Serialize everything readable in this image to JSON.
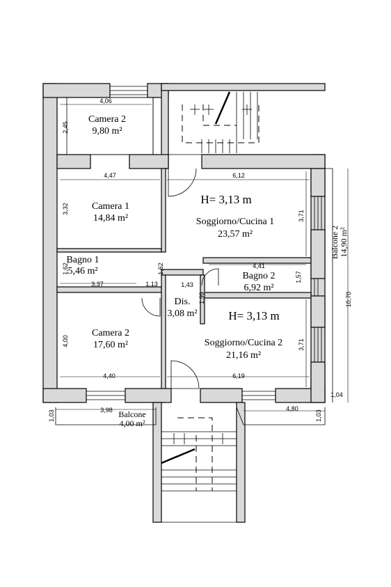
{
  "rooms": {
    "camera2_top": {
      "name": "Camera 2",
      "area": "9,80 m²"
    },
    "camera1": {
      "name": "Camera 1",
      "area": "14,84 m²"
    },
    "bagno1": {
      "name": "Bagno 1",
      "area": "5,46 m²"
    },
    "soggiorno1": {
      "name": "Soggiorno/Cucina 1",
      "area": "23,57 m²",
      "height": "H= 3,13 m"
    },
    "bagno2": {
      "name": "Bagno 2",
      "area": "6,92 m²"
    },
    "dis": {
      "name": "Dis.",
      "area": "3,08 m²"
    },
    "camera2_bottom": {
      "name": "Camera 2",
      "area": "17,60 m²"
    },
    "soggiorno2": {
      "name": "Soggiorno/Cucina 2",
      "area": "21,16 m²",
      "height": "H= 3,13 m"
    }
  },
  "balconies": {
    "balcone": {
      "name": "Balcone",
      "area": "4,00 m²"
    },
    "balcone2": {
      "name": "Balcone 2",
      "area": "14,90 m²"
    }
  },
  "dimensions": {
    "d406": "4,06",
    "d245": "2,45",
    "d447": "4,47",
    "d612": "6,12",
    "d332": "3,32",
    "d371a": "3,71",
    "d162a": "1,62",
    "d162b": "1,62",
    "d337": "3,37",
    "d113": "1,13",
    "d143": "1,43",
    "d441": "4,41",
    "d157": "1,57",
    "d199": "1,99",
    "d1070": "10,70",
    "d400": "4,00",
    "d371b": "3,71",
    "d440": "4,40",
    "d619": "6,19",
    "d104": "1,04",
    "d398": "3,98",
    "d103a": "1,03",
    "d480": "4,80",
    "d103b": "1,03"
  }
}
